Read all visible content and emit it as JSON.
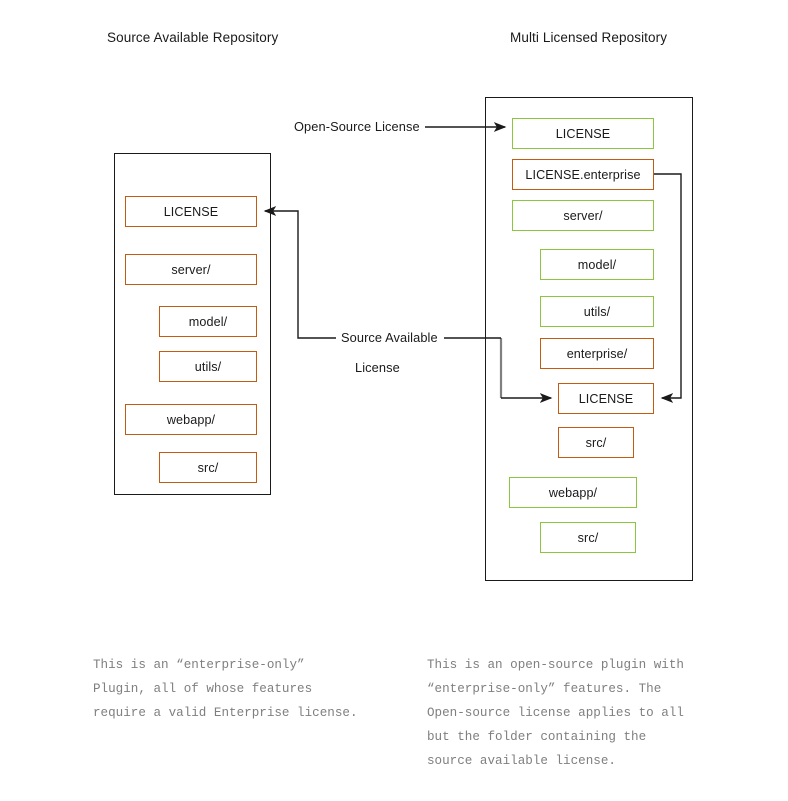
{
  "diagram": {
    "titles": {
      "left": "Source Available Repository",
      "right": "Multi Licensed Repository"
    },
    "colors": {
      "source_available": "#C55A11",
      "open_source": "#8CC63F",
      "frame": "#1a1a1a",
      "caption_text": "#7f7f7f",
      "connector": "#1a1a1a",
      "connector_gray": "#808080"
    },
    "left_repo": {
      "nodes": [
        {
          "label": "LICENSE",
          "color": "source-available",
          "indent": 0
        },
        {
          "label": "server/",
          "color": "source-available",
          "indent": 0
        },
        {
          "label": "model/",
          "color": "source-available",
          "indent": 1
        },
        {
          "label": "utils/",
          "color": "source-available",
          "indent": 1
        },
        {
          "label": "webapp/",
          "color": "source-available",
          "indent": 0
        },
        {
          "label": "src/",
          "color": "source-available",
          "indent": 1
        }
      ]
    },
    "right_repo": {
      "nodes": [
        {
          "label": "LICENSE",
          "color": "open-source",
          "indent": 0
        },
        {
          "label": "LICENSE.enterprise",
          "color": "source-available",
          "indent": 0
        },
        {
          "label": "server/",
          "color": "open-source",
          "indent": 0
        },
        {
          "label": "model/",
          "color": "open-source",
          "indent": 1
        },
        {
          "label": "utils/",
          "color": "open-source",
          "indent": 1
        },
        {
          "label": "enterprise/",
          "color": "source-available",
          "indent": 1
        },
        {
          "label": "LICENSE",
          "color": "source-available",
          "indent": 2
        },
        {
          "label": "src/",
          "color": "source-available",
          "indent": 2
        },
        {
          "label": "webapp/",
          "color": "open-source",
          "indent": 0
        },
        {
          "label": "src/",
          "color": "open-source",
          "indent": 1
        }
      ]
    },
    "edge_labels": {
      "open_source_license": "Open-Source License",
      "source_available_license_line1": "Source Available",
      "source_available_license_line2": "License"
    },
    "captions": {
      "left": "This is an “enterprise-only”\nPlugin, all of whose features\nrequire a valid Enterprise license.",
      "right": "This is an open-source plugin with\n“enterprise-only” features. The\nOpen-source license applies to all\nbut the folder containing the\nsource available license."
    }
  }
}
